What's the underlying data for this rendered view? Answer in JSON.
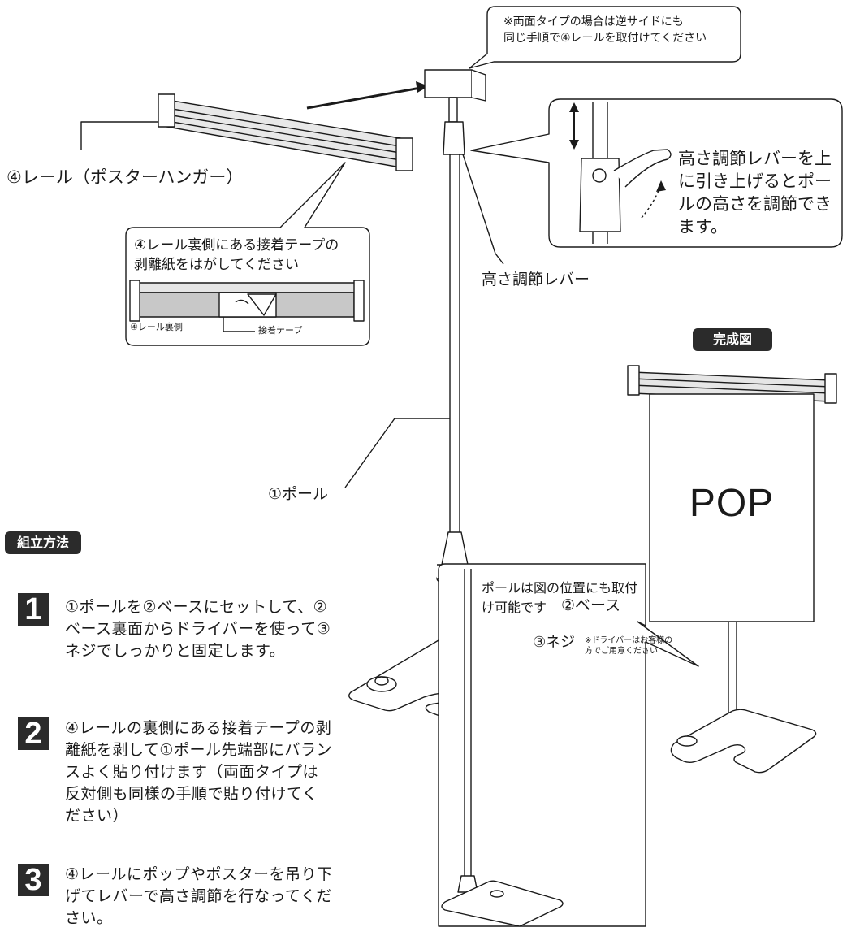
{
  "top_note": {
    "line1": "※両面タイプの場合は逆サイドにも",
    "line2": "同じ手順で④レールを取付けてください"
  },
  "rail_label": "④レール（ポスターハンガー）",
  "tape_callout": {
    "line1": "④レール裏側にある接着テープの",
    "line2": "剥離紙をはがしてください",
    "rail_back_label": "④レール裏側",
    "tape_label": "接着テープ"
  },
  "lever_callout": {
    "description": "高さ調節レバーを上に引き上げるとポールの高さを調節できます。"
  },
  "lever_label": "高さ調節レバー",
  "complete_badge": "完成図",
  "pop_text": "POP",
  "pole_label": "①ポール",
  "assembly_badge": "組立方法",
  "base_label": "②ベース",
  "screw_label": "③ネジ",
  "screw_note": {
    "line1": "※ドライバーはお客様の",
    "line2": "方でご用意ください"
  },
  "option_note": "ポールは図の位置にも取付け可能です",
  "steps": [
    {
      "number": "1",
      "text": "①ポールを②ベースにセットして、②ベース裏面からドライバーを使って③ネジでしっかりと固定します。"
    },
    {
      "number": "2",
      "text": "④レールの裏側にある接着テープの剥離紙を剥して①ポール先端部にバランスよく貼り付けます（両面タイプは反対側も同様の手順で貼り付けてください）"
    },
    {
      "number": "3",
      "text": "④レールにポップやポスターを吊り下げてレバーで高さ調節を行なってください。"
    }
  ],
  "colors": {
    "badge_bg": "#2b2b2b",
    "line": "#1a1a1a",
    "rail_fill": "#d0d0d0",
    "tape_fill": "#c8c8c8"
  }
}
